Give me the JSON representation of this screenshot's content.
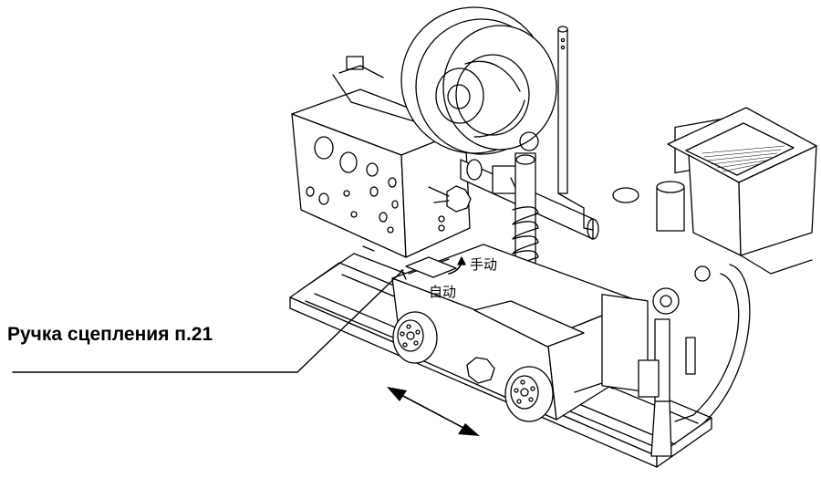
{
  "callout": {
    "label": "Ручка сцепления п.21"
  },
  "mode_labels": {
    "manual": "手动",
    "automatic": "自动"
  },
  "colors": {
    "line": "#000000",
    "background": "#ffffff"
  }
}
